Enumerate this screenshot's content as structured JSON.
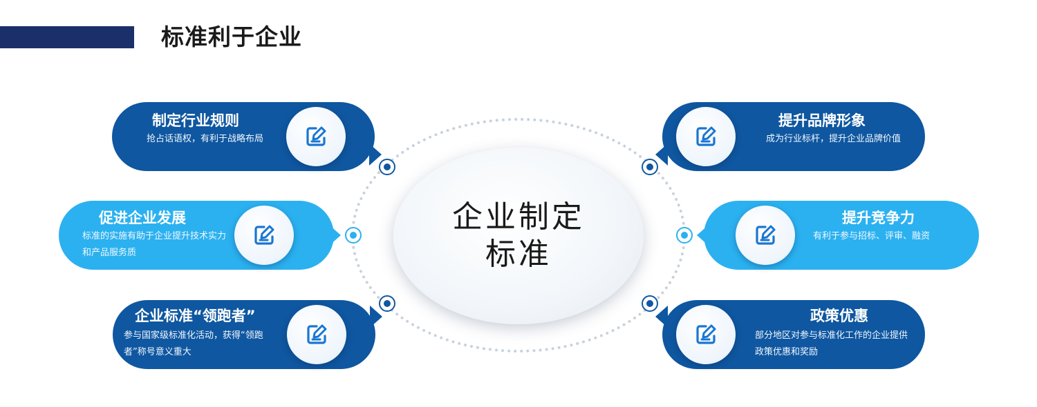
{
  "page": {
    "title": "标准利于企业"
  },
  "center": {
    "text": "企业制定标准"
  },
  "cards": {
    "top_left": {
      "title": "制定行业规则",
      "desc": "抢占话语权，有利于战略布局"
    },
    "mid_left": {
      "title": "促进企业发展",
      "desc": "标准的实施有助于企业提升技术实力和产品服务质"
    },
    "bottom_left": {
      "title": "企业标准“领跑者”",
      "desc": "参与国家级标准化活动，获得“领跑者”称号意义重大"
    },
    "top_right": {
      "title": "提升品牌形象",
      "desc": "成为行业标杆，提升企业品牌价值"
    },
    "mid_right": {
      "title": "提升竞争力",
      "desc": "有利于参与招标、评审、融资"
    },
    "bottom_right": {
      "title": "政策优惠",
      "desc": "部分地区对参与标准化工作的企业提供政策优惠和奖励"
    }
  },
  "colors": {
    "dark": "#0f57a0",
    "light": "#2bb1f0",
    "header_bar": "#1b2f6b",
    "ring_dots": "#c9d2dc"
  },
  "icons": {
    "card_icon": "edit-icon"
  }
}
